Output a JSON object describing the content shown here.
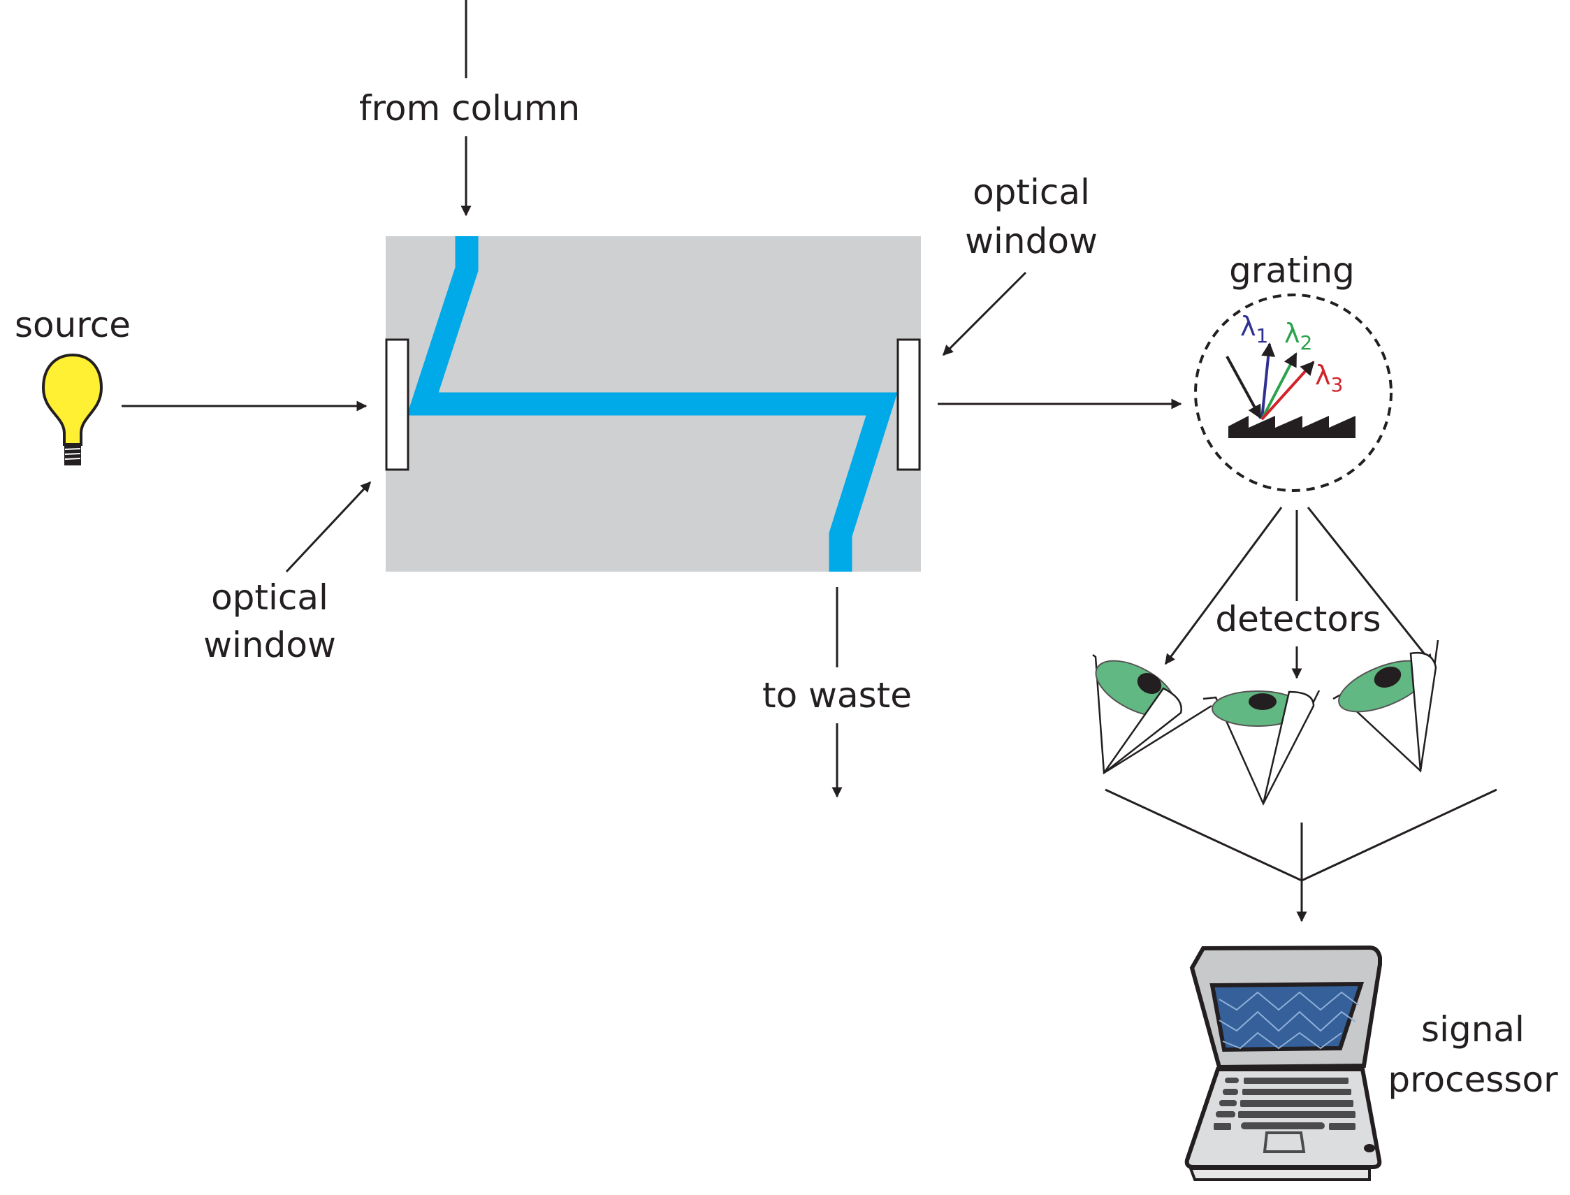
{
  "title": "HPLC UV/Vis diode-array detector schematic",
  "labels": {
    "from_column": "from column",
    "source": "source",
    "optical_window_left_1": "optical",
    "optical_window_left_2": "window",
    "optical_window_right_1": "optical",
    "optical_window_right_2": "window",
    "to_waste": "to waste",
    "grating": "grating",
    "detectors": "detectors",
    "signal_processor_1": "signal",
    "signal_processor_2": "processor"
  },
  "wavelengths": [
    {
      "symbol": "λ",
      "sub": "1",
      "color": "#2e3192"
    },
    {
      "symbol": "λ",
      "sub": "2",
      "color": "#2ba24c"
    },
    {
      "symbol": "λ",
      "sub": "3",
      "color": "#d2232a"
    }
  ],
  "colors": {
    "flow_cell": "#cfd0d2",
    "channel": "#00a9e8",
    "bulb": "#fff033",
    "eye": "#62b882",
    "screen": "#35609a",
    "ink": "#231f20"
  }
}
